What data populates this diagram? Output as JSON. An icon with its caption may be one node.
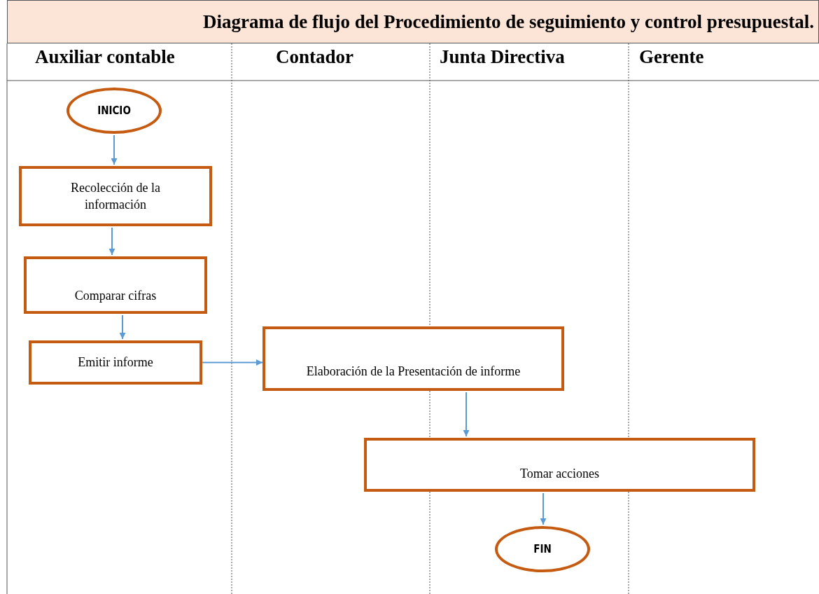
{
  "diagram": {
    "title": "Diagrama de flujo del Procedimiento de seguimiento y control presupuestal.",
    "nodes": [
      {
        "text": [
          "INICIO"
        ]
      },
      {
        "text": [
          "Recolección de la información"
        ]
      },
      {
        "text": [
          "Comparar cifras"
        ]
      },
      {
        "text": [
          "Emitir informe"
        ]
      },
      {
        "text": [
          "Elaboración de la Presentación de informe"
        ]
      },
      {
        "text": [
          "Tomar acciones"
        ]
      },
      {
        "text": [
          "FIN"
        ]
      }
    ],
    "edges": [
      {
        "from": 0,
        "to": 1,
        "arrow": "to"
      },
      {
        "from": 1,
        "to": 2,
        "arrow": "to"
      },
      {
        "from": 2,
        "to": 3,
        "arrow": "to"
      },
      {
        "from": 3,
        "to": 4,
        "arrow": "to"
      },
      {
        "from": 4,
        "to": 5,
        "arrow": "to"
      },
      {
        "from": 5,
        "to": 6,
        "arrow": "to"
      }
    ],
    "labels": [
      "Auxiliar contable",
      "Contador",
      "Junta Directiva",
      "Gerente"
    ]
  }
}
